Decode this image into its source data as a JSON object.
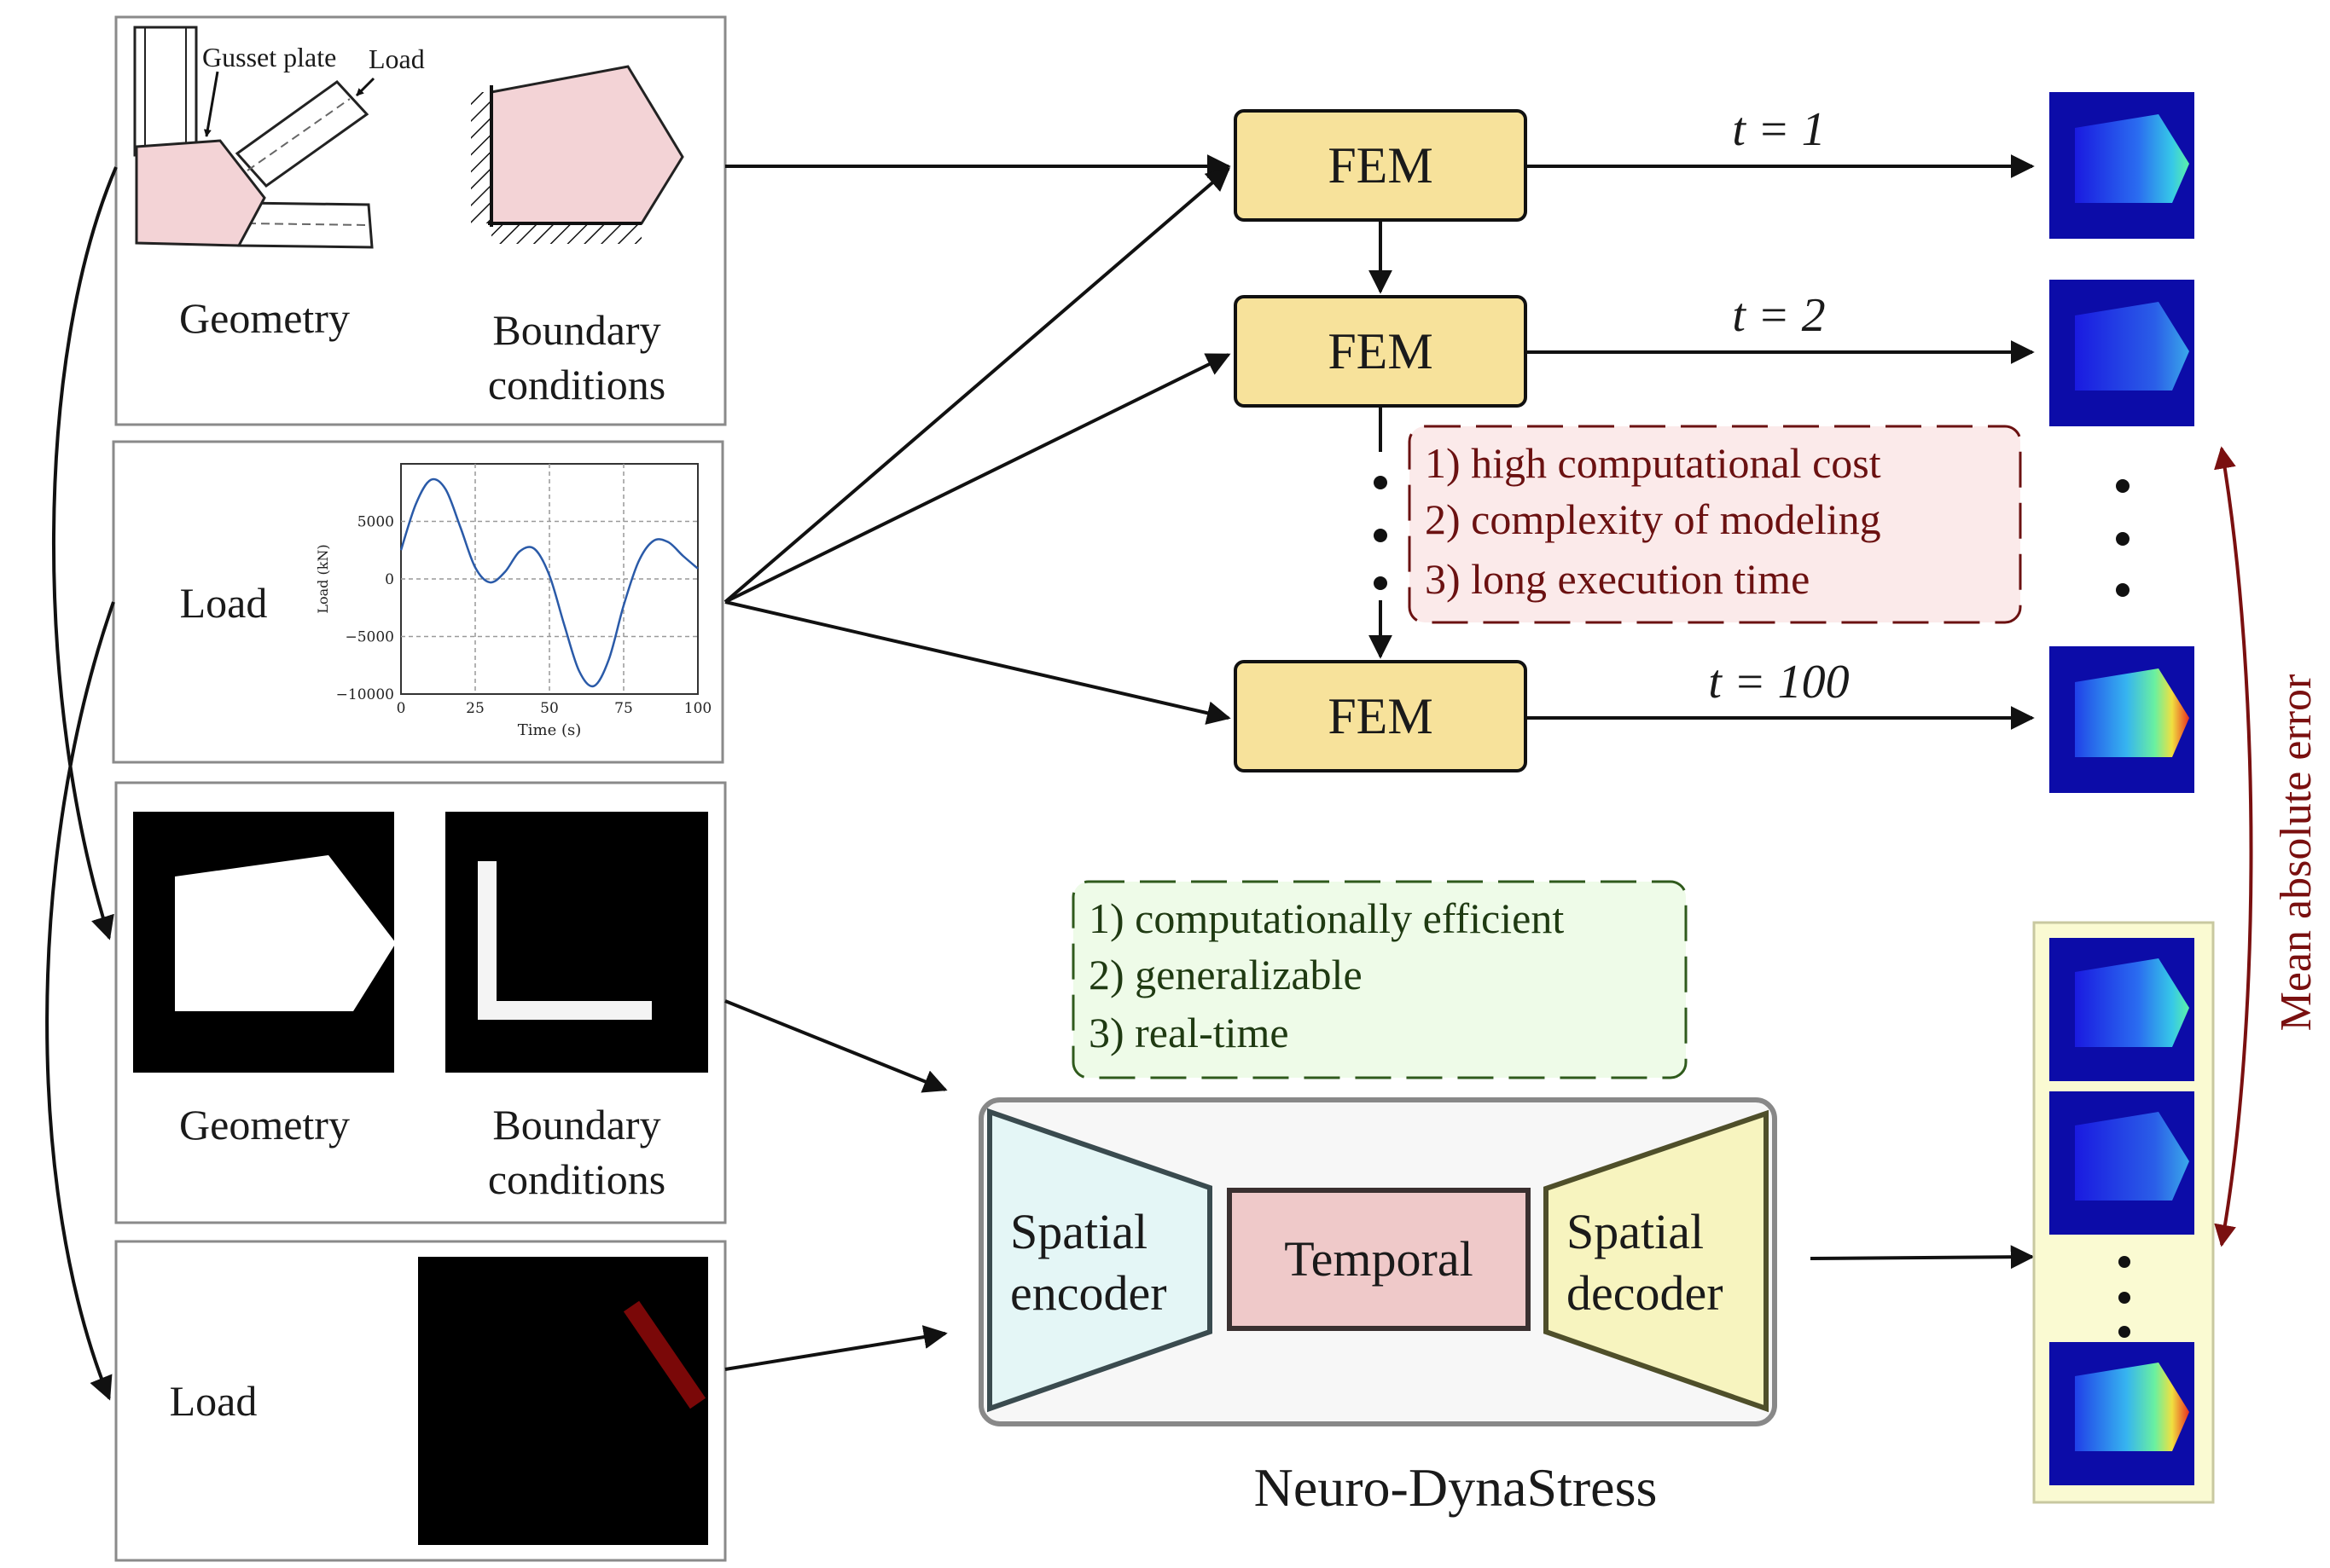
{
  "inputs_fem": {
    "gusset_label": "Gusset plate",
    "load_callout": "Load",
    "geometry_label": "Geometry",
    "bc_label_line1": "Boundary",
    "bc_label_line2": "conditions",
    "load_label": "Load",
    "load_chart": {
      "ylabel": "Load (kN)",
      "xlabel": "Time (s)"
    }
  },
  "inputs_nn": {
    "geometry_label": "Geometry",
    "bc_label_line1": "Boundary",
    "bc_label_line2": "conditions",
    "load_label": "Load"
  },
  "fem": {
    "box_label": "FEM",
    "t1": "t = 1",
    "t2": "t = 2",
    "t100": "t = 100",
    "drawbacks": [
      "1)  high computational cost",
      "2)  complexity of modeling",
      "3)  long execution time"
    ]
  },
  "nn": {
    "advantages": [
      "1)  computationally efficient",
      "2)  generalizable",
      "3)  real-time"
    ],
    "encoder_line1": "Spatial",
    "encoder_line2": "encoder",
    "temporal": "Temporal",
    "decoder_line1": "Spatial",
    "decoder_line2": "decoder",
    "model_name": "Neuro-DynaStress"
  },
  "error_label": "Mean absolute error",
  "colors": {
    "fem_fill": "#f7e29b",
    "drawback_text": "#6b1111",
    "drawback_fill": "#fbeaea",
    "advantage_text": "#1f3a12",
    "advantage_fill": "#eefbe8",
    "encoder_fill": "#e4f6f6",
    "temporal_fill": "#efc9c9",
    "decoder_fill": "#f7f4bf",
    "error_arrow": "#7a1010",
    "plate_fill": "#f3d3d6"
  },
  "chart_data": {
    "type": "line",
    "title": "",
    "xlabel": "Time (s)",
    "ylabel": "Load (kN)",
    "xlim": [
      0,
      100
    ],
    "ylim": [
      -10000,
      10000
    ],
    "xticks": [
      0,
      25,
      50,
      75,
      100
    ],
    "yticks": [
      5000,
      0,
      -5000,
      -10000
    ],
    "grid": true,
    "series": [
      {
        "x": [
          0,
          5,
          10,
          15,
          20,
          25,
          30,
          35,
          40,
          45,
          50,
          55,
          60,
          65,
          70,
          75,
          80,
          85,
          90,
          95,
          100
        ],
        "values": [
          2500,
          6500,
          8600,
          7800,
          4500,
          1000,
          -300,
          600,
          2400,
          2600,
          300,
          -4000,
          -8000,
          -9300,
          -7000,
          -2300,
          1500,
          3300,
          3200,
          2000,
          900
        ]
      }
    ]
  }
}
